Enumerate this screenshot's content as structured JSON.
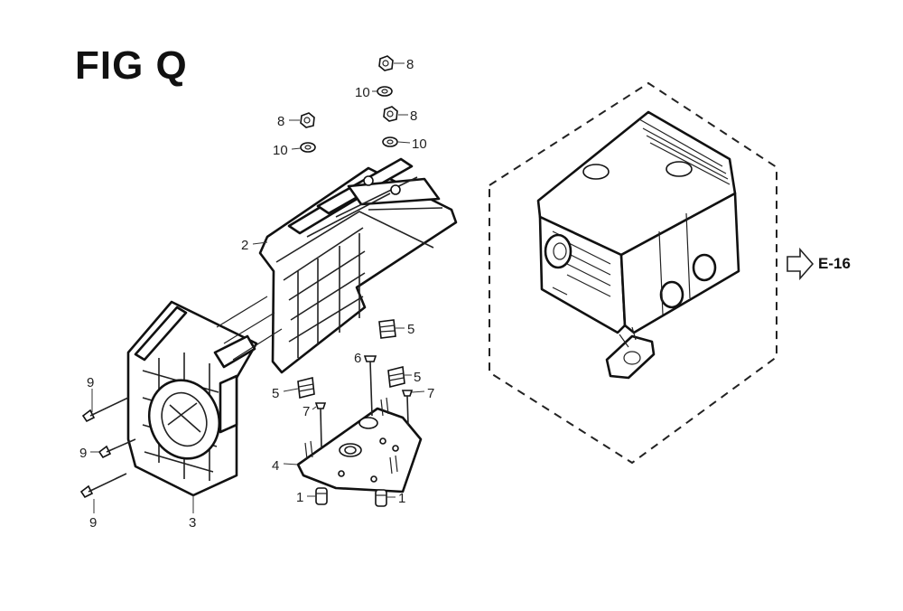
{
  "title": "FIG Q",
  "reference": {
    "label": "E-16"
  },
  "parts": [
    {
      "id": "label-8a",
      "text": "8"
    },
    {
      "id": "label-10a",
      "text": "10"
    },
    {
      "id": "label-8b",
      "text": "8"
    },
    {
      "id": "label-8c",
      "text": "8"
    },
    {
      "id": "label-10b",
      "text": "10"
    },
    {
      "id": "label-10c",
      "text": "10"
    },
    {
      "id": "label-2",
      "text": "2"
    },
    {
      "id": "label-5a",
      "text": "5"
    },
    {
      "id": "label-6",
      "text": "6"
    },
    {
      "id": "label-5b",
      "text": "5"
    },
    {
      "id": "label-5c",
      "text": "5"
    },
    {
      "id": "label-7a",
      "text": "7"
    },
    {
      "id": "label-7b",
      "text": "7"
    },
    {
      "id": "label-9a",
      "text": "9"
    },
    {
      "id": "label-9b",
      "text": "9"
    },
    {
      "id": "label-9c",
      "text": "9"
    },
    {
      "id": "label-4",
      "text": "4"
    },
    {
      "id": "label-1a",
      "text": "1"
    },
    {
      "id": "label-1b",
      "text": "1"
    },
    {
      "id": "label-3",
      "text": "3"
    }
  ]
}
